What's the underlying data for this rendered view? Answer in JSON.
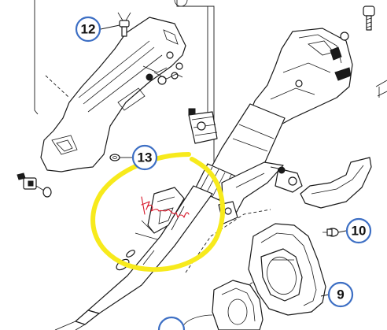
{
  "callouts": [
    {
      "id": "12",
      "label": "12"
    },
    {
      "id": "13",
      "label": "13"
    },
    {
      "id": "10",
      "label": "10"
    },
    {
      "id": "9",
      "label": "9"
    }
  ],
  "colors": {
    "callout_ring": "#3d6fc4",
    "highlight": "#f7ea1c",
    "annotation": "#d8182a",
    "line_art": "#1a1a1a"
  }
}
